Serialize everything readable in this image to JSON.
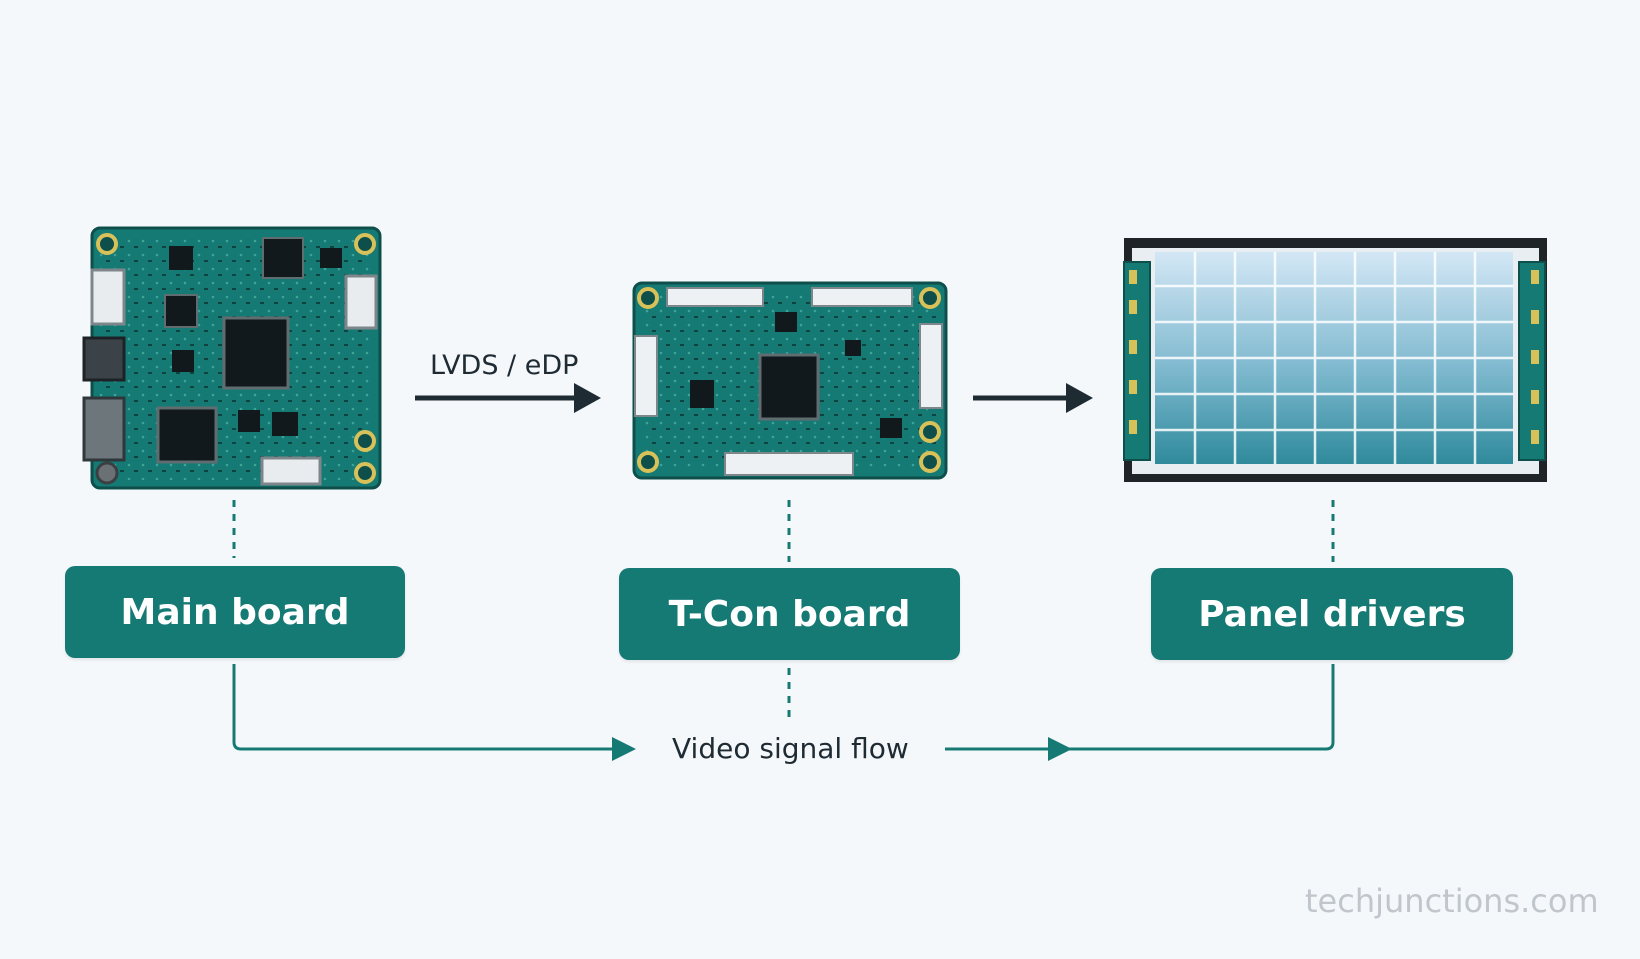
{
  "diagram": {
    "stages": [
      {
        "id": "main",
        "label": "Main board",
        "image": "main-board-pcb"
      },
      {
        "id": "tcon",
        "label": "T-Con board",
        "image": "tcon-board-pcb"
      },
      {
        "id": "panel",
        "label": "Panel drivers",
        "image": "lcd-panel-with-drivers"
      }
    ],
    "link_label": "LVDS / eDP",
    "flow_label": "Video signal flow",
    "watermark": "techjunctions.com",
    "colors": {
      "background": "#f5f8fb",
      "pcb": "#167a74",
      "label_box": "#167a74",
      "arrow": "#1f2b33",
      "flow_line": "#167a74",
      "panel_top": "#c8dff0",
      "panel_bottom": "#2f8a9c"
    }
  }
}
